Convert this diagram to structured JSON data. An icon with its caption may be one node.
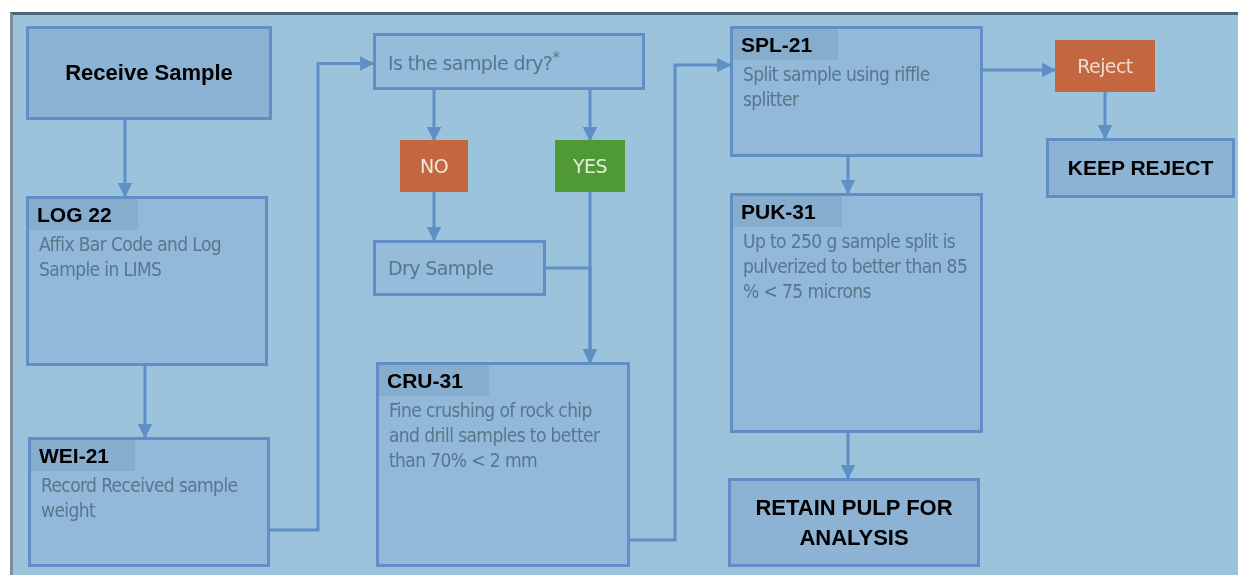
{
  "diagram": {
    "nodes": [
      {
        "text": [
          "Receive Sample"
        ]
      },
      {
        "text": [
          "LOG 22",
          "Affix Bar Code and Log Sample in LIMS"
        ]
      },
      {
        "text": [
          "WEI-21",
          "Record Received sample weight"
        ]
      },
      {
        "text": [
          "Is the sample dry?$^{*}$"
        ]
      },
      {
        "text": [
          "NO"
        ]
      },
      {
        "text": [
          "YES"
        ]
      },
      {
        "text": [
          "Dry Sample"
        ]
      },
      {
        "text": [
          "CRU-31",
          "Fine crushing of rock chip and drill samples to better than 70% < 2 mm"
        ]
      },
      {
        "text": [
          "SPL-21",
          "Split sample using riffle splitter"
        ]
      },
      {
        "text": [
          "PUK-31",
          "Up to 250 g sample split is pulverized to better than 85 % < 75 microns"
        ]
      },
      {
        "text": [
          "RETAIN PULP FOR ANALYSIS"
        ]
      },
      {
        "text": [
          "Reject"
        ]
      },
      {
        "text": [
          "KEEP REJECT"
        ]
      }
    ],
    "edges": [
      {
        "from": 0,
        "to": 1,
        "arrow": "to"
      },
      {
        "from": 1,
        "to": 2,
        "arrow": "to"
      },
      {
        "from": 2,
        "to": 3,
        "arrow": "to"
      },
      {
        "from": 3,
        "to": 4,
        "arrow": "to"
      },
      {
        "from": 3,
        "to": 5,
        "arrow": "to"
      },
      {
        "from": 4,
        "to": 6,
        "arrow": "to"
      },
      {
        "from": 5,
        "to": 7,
        "arrow": "to"
      },
      {
        "from": 6,
        "to": 7,
        "arrow": "to"
      },
      {
        "from": 7,
        "to": 8,
        "arrow": "to"
      },
      {
        "from": 8,
        "to": 11,
        "arrow": "to"
      },
      {
        "from": 11,
        "to": 12,
        "arrow": "to"
      },
      {
        "from": 8,
        "to": 9,
        "arrow": "to"
      },
      {
        "from": 9,
        "to": 10,
        "arrow": "to"
      }
    ]
  }
}
